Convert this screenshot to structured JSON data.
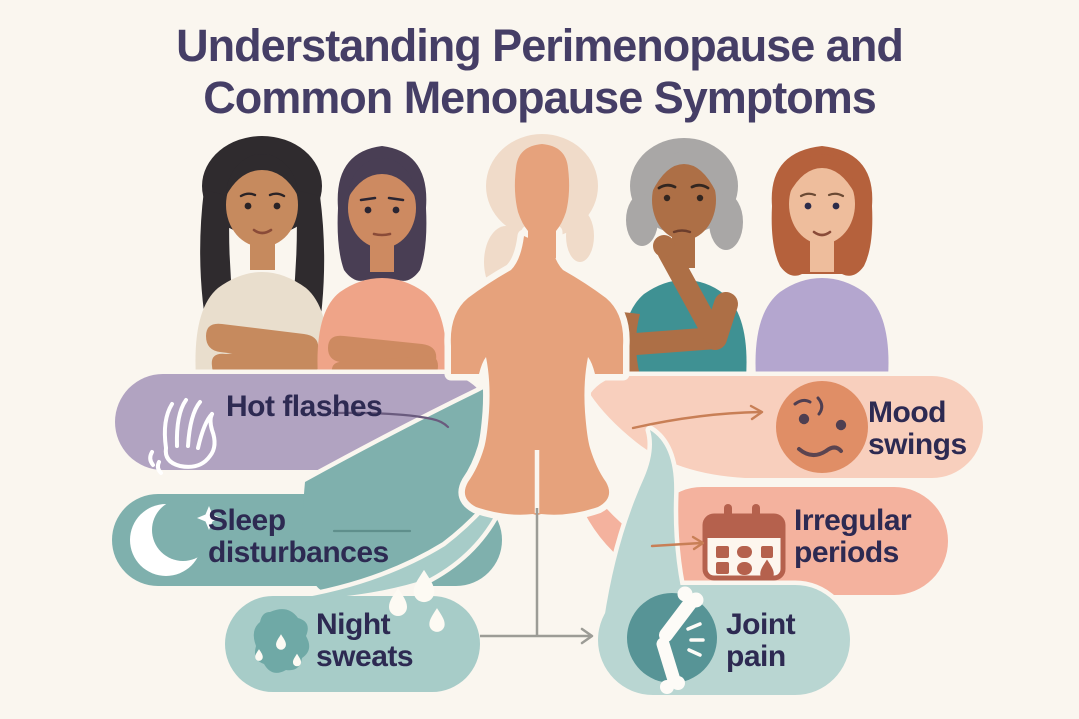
{
  "title": {
    "line1": "Understanding Perimenopause and",
    "line2": "Common Menopause Symptoms"
  },
  "palette": {
    "background": "#faf6ef",
    "title_text": "#453e66",
    "label_text": "#2d2a52",
    "body_skin": "#e6a27c",
    "body_hair": "#f0dbc9",
    "connector_gray": "#9c9c96",
    "connector_salmon": "#c87f56",
    "connector_purple": "#6a5b7e",
    "connector_teal": "#5f8f8c"
  },
  "people": [
    {
      "name": "woman-long-dark-hair",
      "hair_color": "#2f2b2e",
      "skin_color": "#c68a5e",
      "shirt_color": "#e9decd"
    },
    {
      "name": "woman-dark-bob",
      "hair_color": "#493e54",
      "skin_color": "#cd8a61",
      "shirt_color": "#efa488"
    },
    {
      "name": "central-silhouette",
      "hair_color": "#f0dbc9",
      "skin_color": "#e6a27c"
    },
    {
      "name": "woman-gray-hair",
      "hair_color": "#a9a7a6",
      "skin_color": "#ad6f46",
      "shirt_color": "#3f9193"
    },
    {
      "name": "woman-auburn-bob",
      "hair_color": "#b5613c",
      "skin_color": "#eebd9c",
      "shirt_color": "#b4a6cf"
    }
  ],
  "symptoms": [
    {
      "id": "hot-flashes",
      "label": "Hot flashes",
      "icon": "waving-hand-icon",
      "color": "#b1a3c1",
      "icon_color": "#ffffff"
    },
    {
      "id": "sleep-disturbances",
      "label": "Sleep disturbances",
      "icon": "crescent-moon-icon",
      "color": "#7fb0ad",
      "icon_color": "#ffffff"
    },
    {
      "id": "night-sweats",
      "label": "Night sweats",
      "icon": "sweat-droplets-icon",
      "color": "#a7ccc8",
      "icon_color": "#6fa9a6"
    },
    {
      "id": "mood-swings",
      "label": "Mood swings",
      "icon": "mood-face-icon",
      "color": "#f8cfbd",
      "icon_color": "#e08e66"
    },
    {
      "id": "irregular-periods",
      "label": "Irregular periods",
      "icon": "calendar-blood-drop-icon",
      "color": "#f4b29e",
      "icon_color": "#b5614d"
    },
    {
      "id": "joint-pain",
      "label": "Joint pain",
      "icon": "knee-joint-icon",
      "color": "#b9d6d2",
      "icon_color": "#579496"
    }
  ]
}
